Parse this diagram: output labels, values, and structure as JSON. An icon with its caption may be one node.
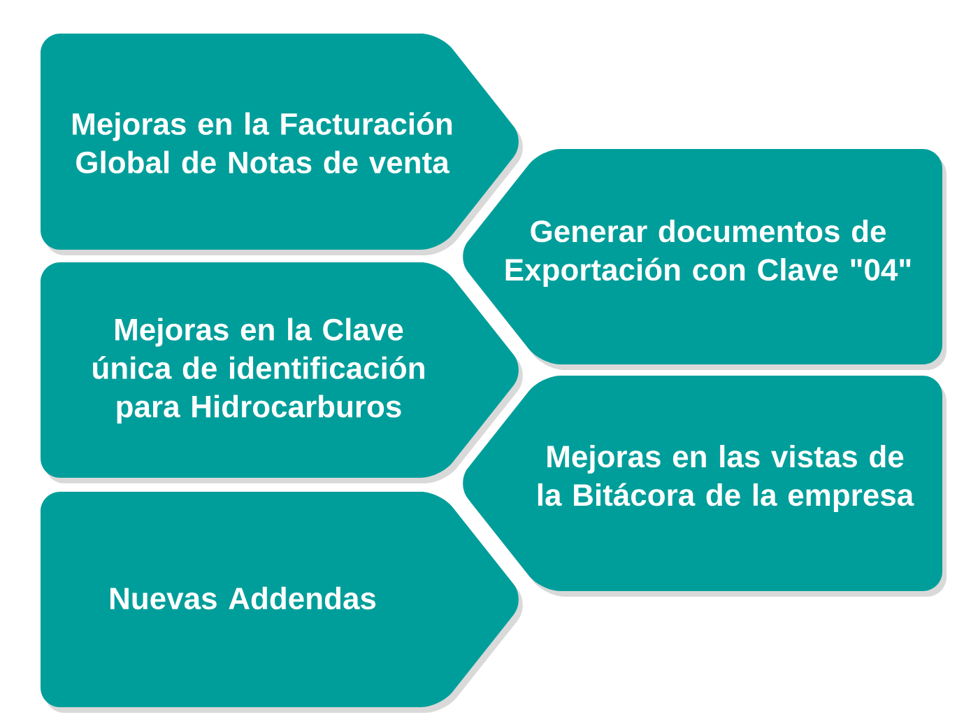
{
  "diagram": {
    "nodes": [
      {
        "text": [
          "Mejoras en la Facturación Global de Notas de venta"
        ]
      },
      {
        "text": [
          "Generar documentos de Exportación con Clave \"04\""
        ]
      },
      {
        "text": [
          "Mejoras en la Clave única de identificación para Hidrocarburos"
        ]
      },
      {
        "text": [
          "Mejoras en las vistas de la Bitácora de la empresa"
        ]
      },
      {
        "text": [
          "Nuevas Addendas"
        ]
      }
    ]
  }
}
